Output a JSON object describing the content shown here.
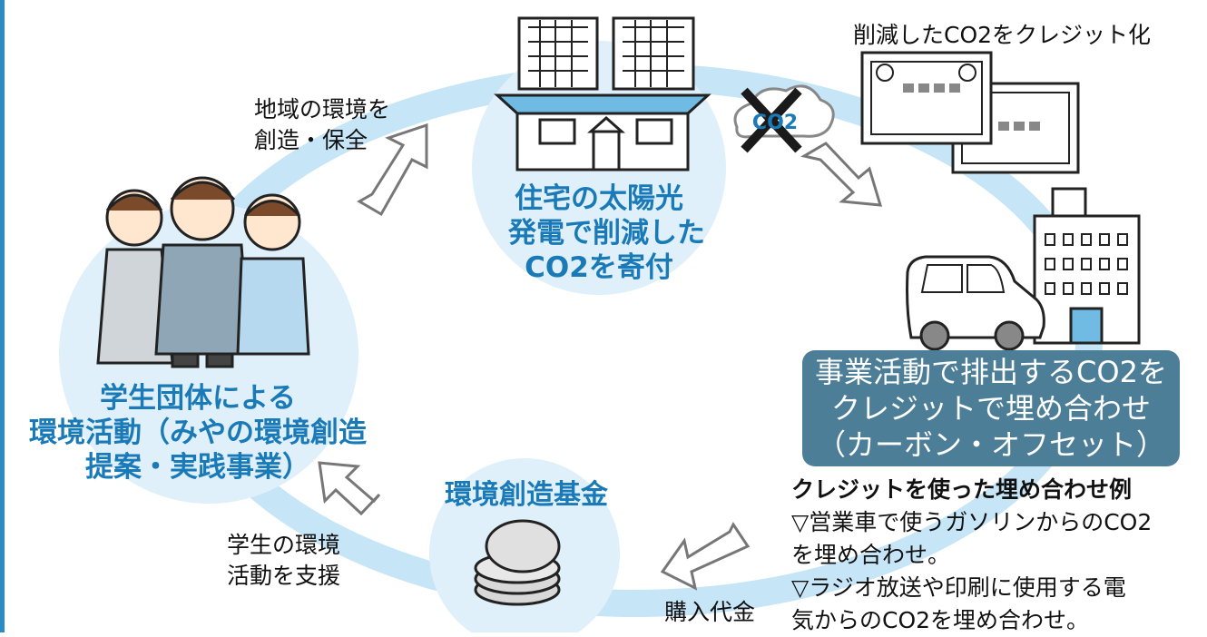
{
  "center_house": {
    "line1": "住宅の太陽光",
    "line2": "発電で削減した",
    "line3": "CO2を寄付"
  },
  "co2_cloud": {
    "label": "CO2"
  },
  "credit": {
    "label": "削減したCO2をクレジット化"
  },
  "students": {
    "line1": "学生団体による",
    "line2": "環境活動（みやの環境創造",
    "line3": "提案・実践事業）"
  },
  "fund": {
    "label": "環境創造基金"
  },
  "arrows": {
    "create": {
      "line1": "地域の環境を",
      "line2": "創造・保全"
    },
    "support": {
      "line1": "学生の環境",
      "line2": "活動を支援"
    },
    "purchase": {
      "label": "購入代金"
    }
  },
  "offset": {
    "line1": "事業活動で排出するCO2を",
    "line2": "クレジットで埋め合わせ",
    "line3": "（カーボン・オフセット）"
  },
  "examples": {
    "heading": "クレジットを使った埋め合わせ例",
    "line1": "▽営業車で使うガソリンからのCO2",
    "line2": "を埋め合わせ。",
    "line3": "▽ラジオ放送や印刷に使用する電",
    "line4": "気からのCO2を埋め合わせ。"
  },
  "colors": {
    "ring": "#c6e5f6",
    "circle": "#dff0fa",
    "title_blue": "#1a7ab8",
    "offset_box": "#4d7e98"
  }
}
